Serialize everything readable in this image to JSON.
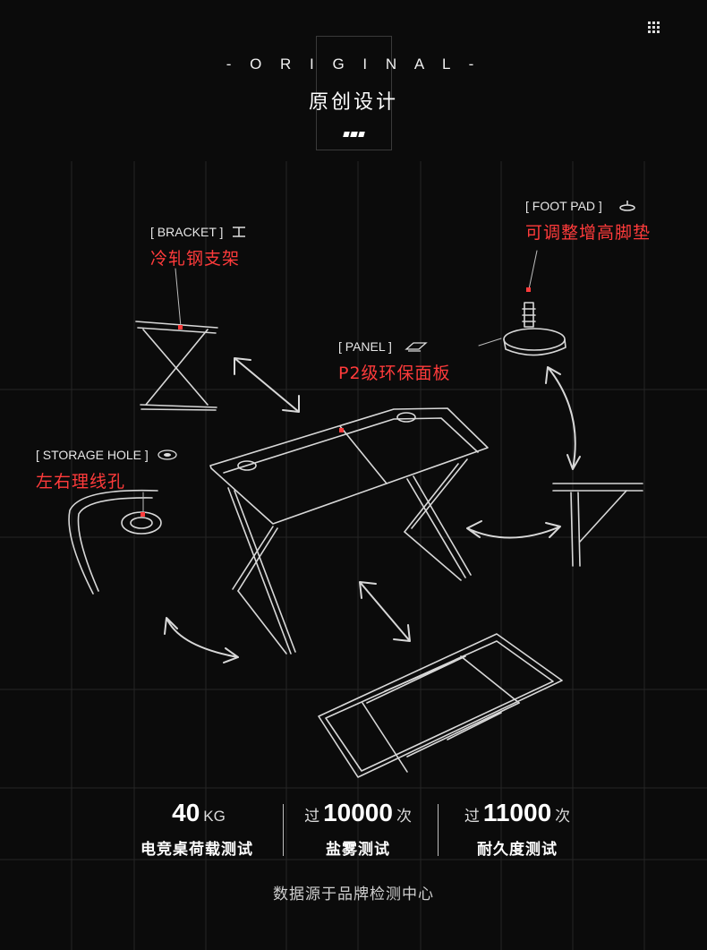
{
  "header": {
    "title_en": "- O R I G I N A L -",
    "title_cn": "原创设计"
  },
  "tags": {
    "bracket": {
      "en": "[ BRACKET ]",
      "cn": "冷轧钢支架",
      "icon": "i-beam-icon"
    },
    "foot_pad": {
      "en": "[ FOOT PAD ]",
      "cn": "可调整增高脚垫",
      "icon": "foot-pad-icon"
    },
    "panel": {
      "en": "[ PANEL ]",
      "cn": "P2级环保面板",
      "icon": "panel-icon"
    },
    "storage_hole": {
      "en": "[ STORAGE HOLE ]",
      "cn": "左右理线孔",
      "icon": "grommet-icon"
    }
  },
  "stats": [
    {
      "prefix": "",
      "value": "40",
      "suffix": "KG",
      "label": "电竞桌荷载测试"
    },
    {
      "prefix": "过",
      "value": "10000",
      "suffix": "次",
      "label": "盐雾测试"
    },
    {
      "prefix": "过",
      "value": "11000",
      "suffix": "次",
      "label": "耐久度测试"
    }
  ],
  "footer": {
    "source": "数据源于品牌检测中心"
  },
  "colors": {
    "background": "#0b0b0b",
    "accent_red": "#ff3b3b",
    "text": "#ffffff"
  }
}
